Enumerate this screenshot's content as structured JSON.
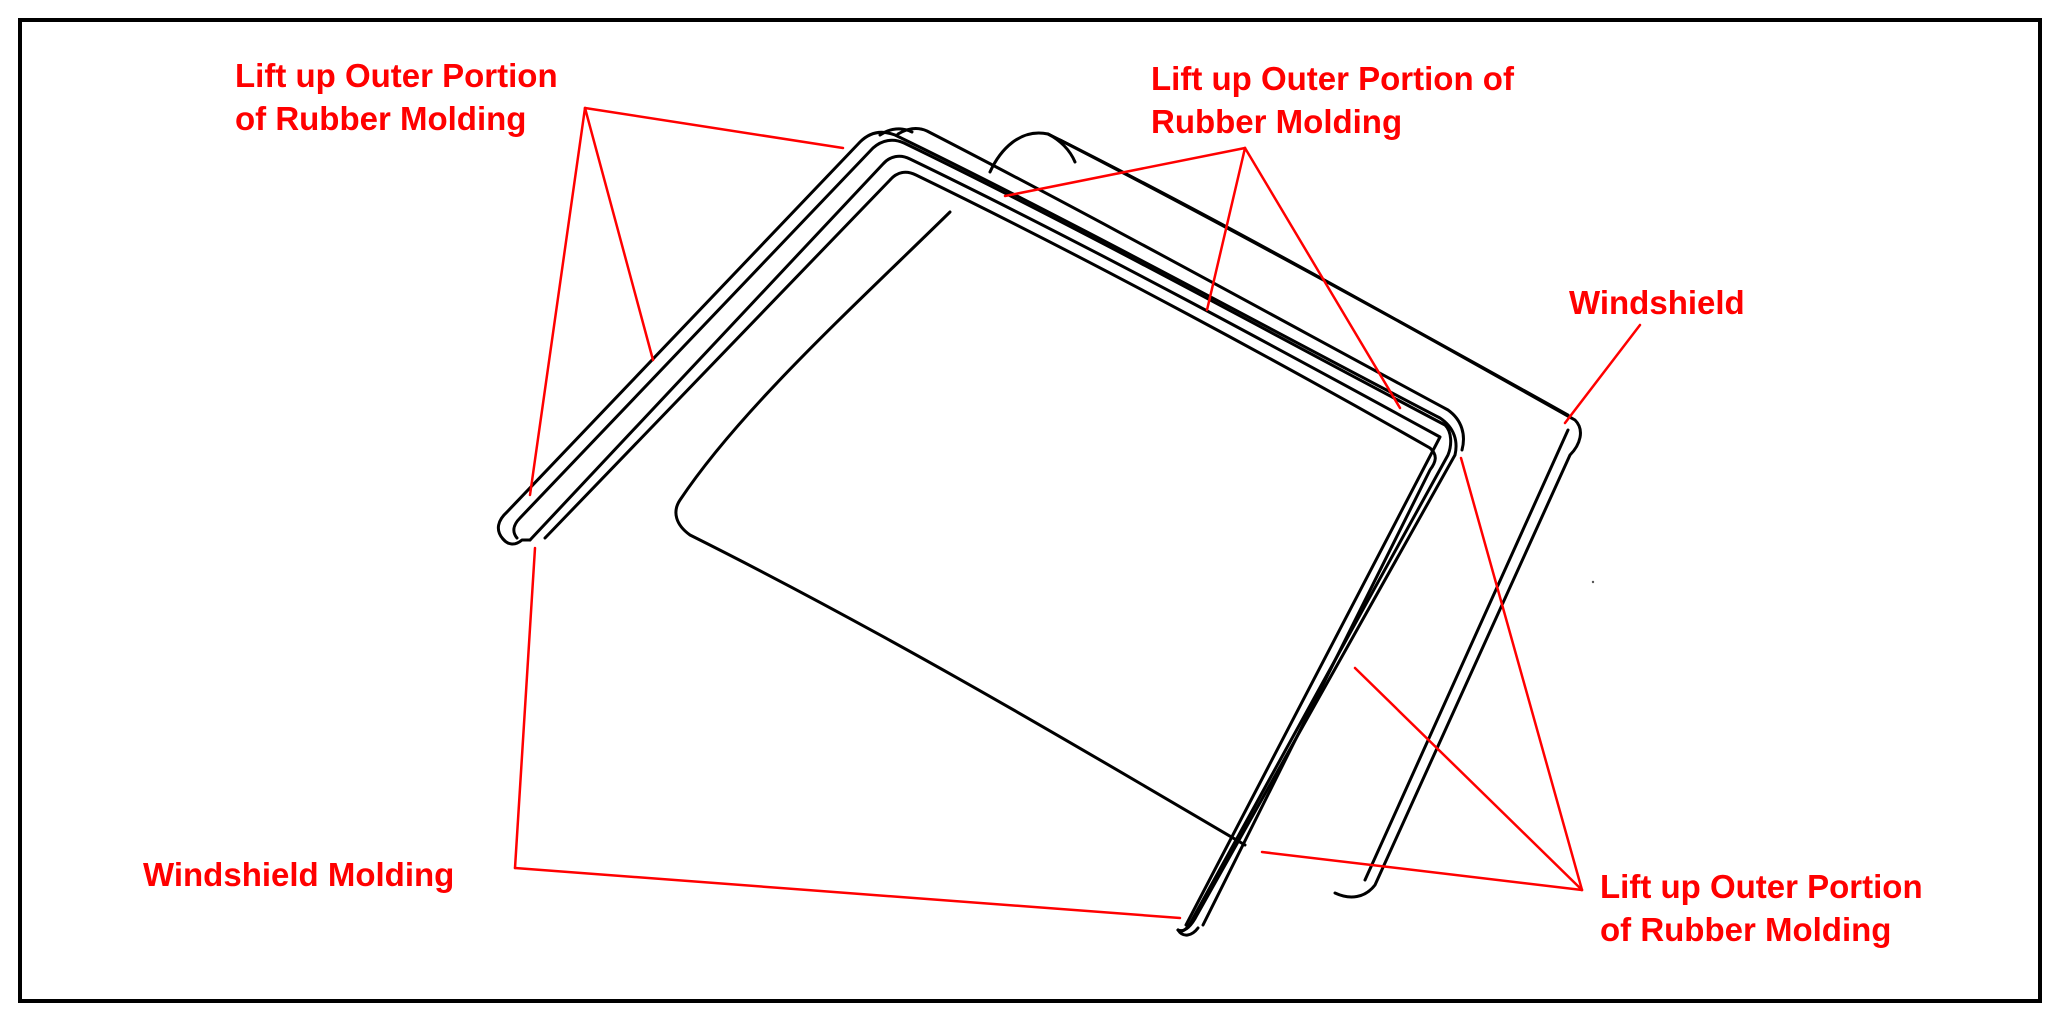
{
  "labels": {
    "top_left": [
      "Lift up Outer Portion",
      "of Rubber Molding"
    ],
    "top_right": [
      "Lift up Outer Portion of",
      "Rubber Molding"
    ],
    "windshield": "Windshield",
    "windshield_molding": "Windshield Molding",
    "bottom_right": [
      "Lift up Outer Portion",
      "of Rubber Molding"
    ]
  },
  "colors": {
    "callout": "#ff0000",
    "outline": "#000000",
    "background": "#ffffff"
  }
}
